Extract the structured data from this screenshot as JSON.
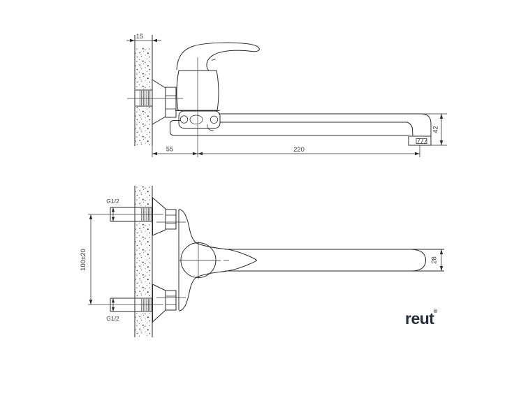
{
  "side_view": {
    "dim_wall_thickness": "15",
    "dim_wall_to_center": "55",
    "dim_spout_reach": "220",
    "dim_spout_height": "42"
  },
  "front_view": {
    "dim_top_inlet_thread": "G1/2",
    "dim_bottom_inlet_thread": "G1/2",
    "dim_inlet_spacing": "100±20",
    "dim_spout_width": "28"
  },
  "brand": {
    "name": "reut",
    "registered_mark": "®"
  },
  "colors": {
    "line": "#2a2a2a",
    "dimension_text": "#3a3a3a",
    "brand_text": "#262e3a",
    "background": "#ffffff"
  }
}
